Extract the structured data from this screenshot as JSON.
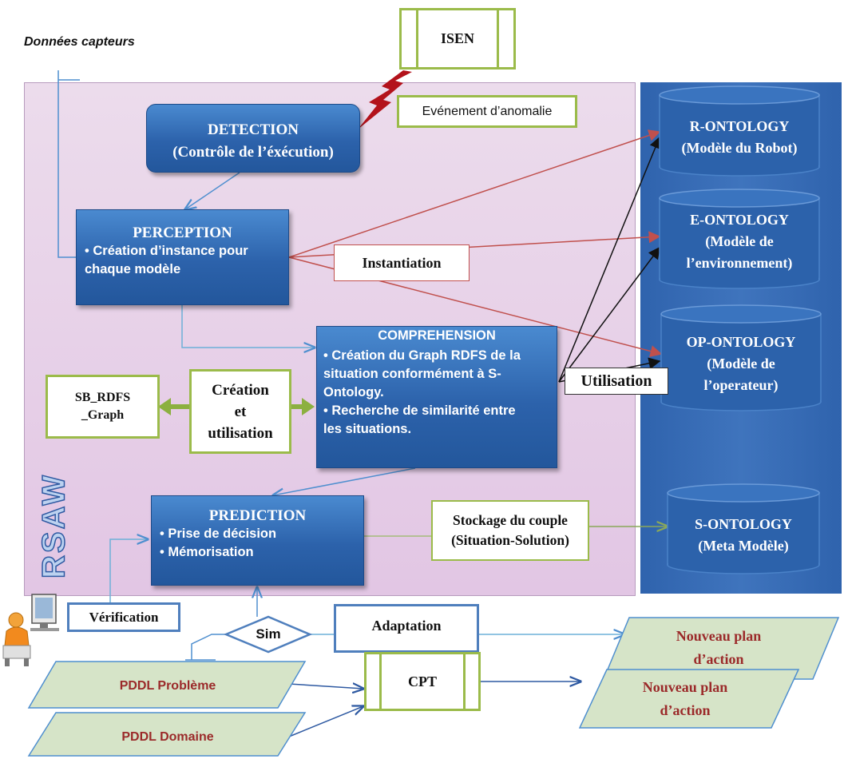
{
  "external": {
    "donnees_capteurs": "Données capteurs",
    "isen": "ISEN",
    "evenement": "Evénement d’anomalie"
  },
  "rsaw": {
    "label": "RSAW"
  },
  "detection": {
    "title": "DETECTION",
    "subtitle": "(Contrôle de l’éxécution)"
  },
  "perception": {
    "title": "PERCEPTION",
    "bullet1": "• Création d’instance pour",
    "bullet1b": "chaque modèle"
  },
  "comprehension": {
    "title": "COMPREHENSION",
    "line1": "• Création du Graph RDFS de la",
    "line2": "situation conformément à S-",
    "line3": "Ontology.",
    "line4": "• Recherche de similarité entre",
    "line5": "les situations."
  },
  "prediction": {
    "title": "PREDICTION",
    "bullet1": "• Prise de décision",
    "bullet2": "• Mémorisation"
  },
  "labels": {
    "instantiation": "Instantiation",
    "utilisation": "Utilisation",
    "creation1": "Création",
    "creation2": "et",
    "creation3": "utilisation",
    "sbrdfs1": "SB_RDFS",
    "sbrdfs2": "_Graph",
    "stockage1": "Stockage du couple",
    "stockage2": "(Situation-Solution)",
    "verification": "Vérification",
    "sim": "Sim",
    "adaptation": "Adaptation",
    "cpt": "CPT"
  },
  "ontologies": {
    "r": {
      "line1": "R-ONTOLOGY",
      "line2": "(Modèle du Robot)"
    },
    "e": {
      "line1": "E-ONTOLOGY",
      "line2": "(Modèle de",
      "line3": "l’environnement)"
    },
    "op": {
      "line1": "OP-ONTOLOGY",
      "line2": "(Modèle de",
      "line3": "l’operateur)"
    },
    "s": {
      "line1": "S-ONTOLOGY",
      "line2": "(Meta Modèle)"
    }
  },
  "outputs": {
    "pddl_probleme": "PDDL Problème",
    "pddl_domaine": "PDDL Domaine",
    "plan1_line1": "Nouveau plan",
    "plan1_line2": "d’action",
    "plan2_line1": "Nouveau plan",
    "plan2_line2": "d’action"
  },
  "colors": {
    "blue_box": "#2c62ab",
    "panel": "#2f63ad",
    "rsaw_bg": "#e2c6e4",
    "green_border": "#9bbb4a",
    "red_arrow": "#c0504d",
    "blue_arrow": "#4f8fcf",
    "parallelogram": "#d6e4c8"
  },
  "icons": {
    "operator": "operator-at-computer-icon",
    "lightning": "lightning-bolt-icon"
  }
}
